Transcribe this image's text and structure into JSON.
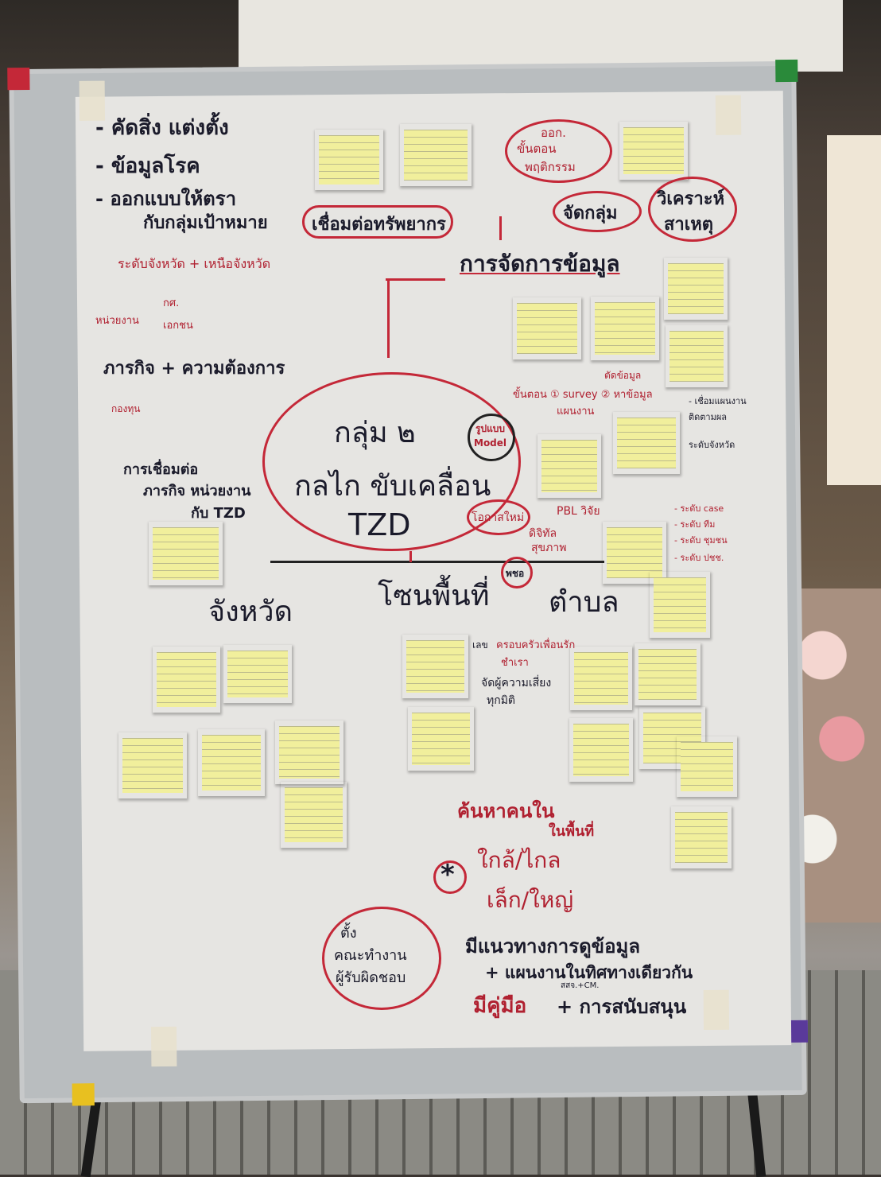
{
  "board": {
    "left_list": [
      "- คัดสิ่ง แต่งตั้ง",
      "- ข้อมูลโรค",
      "- ออกแบบให้ตรา",
      "กับกลุ่มเป้าหมาย"
    ],
    "level_note": "ระดับจังหวัด + เหนือจังหวัด",
    "agency": "หน่วยงาน",
    "agency_a": "กศ.",
    "agency_b": "เอกชน",
    "mission": "ภารกิจ + ความต้องการ",
    "left_small": "กองทุน",
    "link_note": [
      "การเชื่อมต่อ",
      "ภารกิจ หน่วยงาน",
      "กับ TZD"
    ],
    "connect": "เชื่อมต่อทรัพยากร",
    "data_mgmt": "การจัดการข้อมูล",
    "top_circle": [
      "ออก.",
      "ขั้นตอน",
      "พฤติกรรม"
    ],
    "grouping": "จัดกลุ่ม",
    "analysis": [
      "วิเคราะห์",
      "สาเหตุ"
    ],
    "center": {
      "line1": "กลุ่ม ๒",
      "line2": "กลไก ขับเคลื่อน",
      "line3": "TZD"
    },
    "model": [
      "รูปแบบ",
      "Model"
    ],
    "opportunity": "โอกาสใหม่",
    "steps": "ขั้นตอน ① survey ② หาข้อมูล",
    "plan": "แผนงาน",
    "data_note": "ตัดข้อมูล",
    "pbl": "PBL วิจัย",
    "digital": [
      "ดิจิทัล",
      "สุขภาพ"
    ],
    "branches": {
      "province": "จังหวัด",
      "zone": "โซนพื้นที่",
      "tambon": "ตำบล",
      "pcho": "พชอ"
    },
    "zone_notes": [
      "เลข",
      "ครอบครัวเพื่อนรัก",
      "ชำเรา",
      "จัดผู้ความเสี่ยง",
      "ทุกมิติ"
    ],
    "right_notes": [
      "- เชื่อมแผนงาน",
      "ติดตามผล",
      "ระดับจังหวัด",
      "- ระดับ case",
      "- ระดับ ทีม",
      "- ระดับ ชุมชน",
      "- ระดับ ปชช."
    ],
    "search": [
      "ค้นหาคนใน",
      "ในพื้นที่"
    ],
    "near_far": "ใกล้/ไกล",
    "small_big": "เล็ก/ใหญ่",
    "team": [
      "ตั้ง",
      "คณะทำงาน",
      "ผู้รับผิดชอบ"
    ],
    "guideline": "มีแนวทางการดูข้อมูล",
    "same_direction": "+ แผนงานในทิศทางเดียวกัน",
    "sso_cm": "สสจ.+CM.",
    "manual": "มีคู่มือ",
    "support": "+ การสนับสนุน"
  },
  "colors": {
    "ink": "#1a1a2a",
    "red": "#c42838",
    "sticky": "#f1ef9c",
    "paper": "#e6e5e2"
  }
}
